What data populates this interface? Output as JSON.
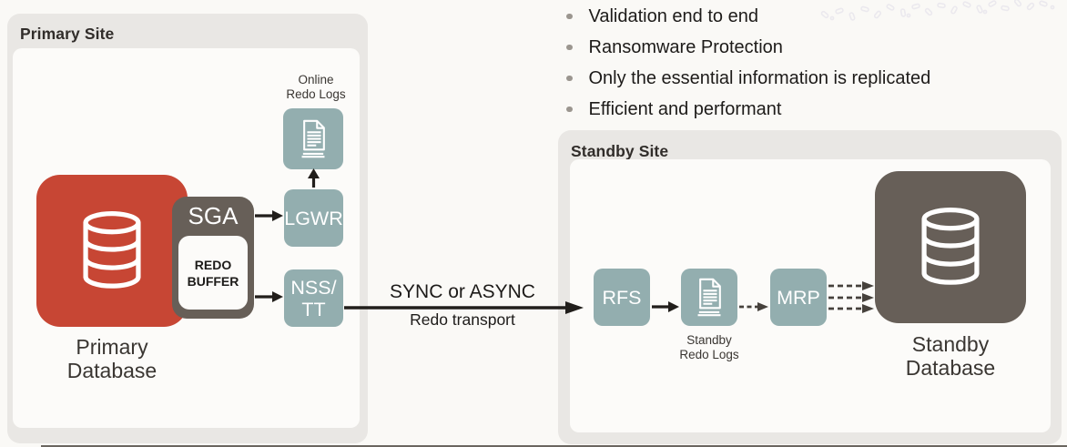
{
  "colors": {
    "page_bg": "#FAF9F6",
    "frame": "#E9E7E4",
    "panel": "#FCFBF9",
    "teal": "#93AEAF",
    "dark": "#675F58",
    "red": "#C74634",
    "title_text": "#312D2A",
    "label_text": "#3A3632",
    "body_text": "#1D1B19",
    "arrow": "#211E1B",
    "dashed_arrow": "#46413C",
    "bullet_dot": "#9B968F",
    "icon_stroke": "#FFFFFF"
  },
  "benefits": {
    "items": [
      "Validation end to end",
      "Ransomware Protection",
      "Only the essential information is replicated",
      "Efficient and performant"
    ]
  },
  "primary_site": {
    "title": "Primary Site",
    "online_redo_label": "Online\nRedo Logs",
    "lgwr": "LGWR",
    "nss_tt": "NSS/\nTT",
    "sga": "SGA",
    "redo_buffer": "REDO\nBUFFER",
    "database_label": "Primary\nDatabase"
  },
  "transport": {
    "mode_label": "SYNC or ASYNC",
    "channel_label": "Redo transport"
  },
  "standby_site": {
    "title": "Standby Site",
    "rfs": "RFS",
    "standby_redo_label": "Standby\nRedo Logs",
    "mrp": "MRP",
    "database_label": "Standby\nDatabase"
  }
}
